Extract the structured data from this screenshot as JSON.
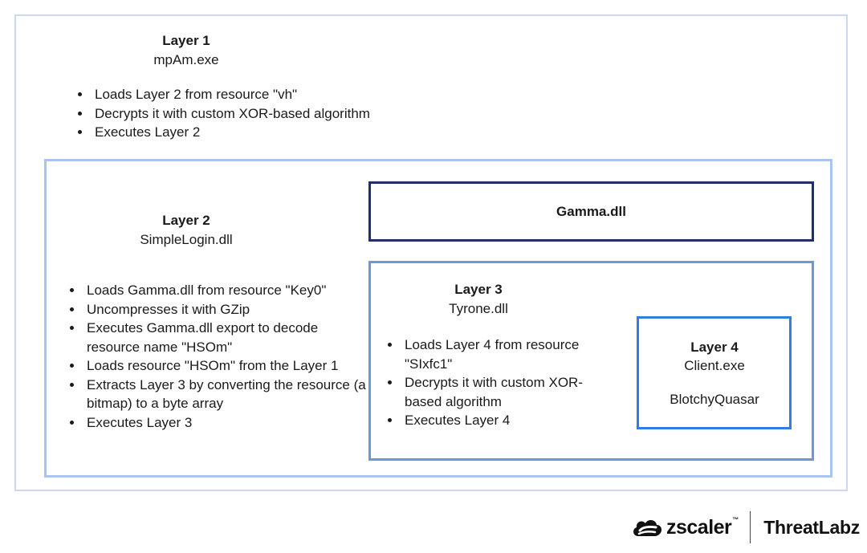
{
  "layer1": {
    "title": "Layer 1",
    "file": "mpAm.exe",
    "steps": [
      "Loads Layer 2 from resource \"vh\"",
      "Decrypts it with custom XOR-based algorithm",
      "Executes Layer 2"
    ]
  },
  "layer2": {
    "title": "Layer 2",
    "file": "SimpleLogin.dll",
    "steps": [
      "Loads Gamma.dll from resource \"Key0\"",
      "Uncompresses it with GZip",
      "Executes Gamma.dll export to decode resource name \"HSOm\"",
      "Loads resource \"HSOm\" from the Layer 1",
      "Extracts Layer 3 by converting the resource (a bitmap) to a byte array",
      "Executes Layer 3"
    ]
  },
  "gamma": {
    "label": "Gamma.dll"
  },
  "layer3": {
    "title": "Layer 3",
    "file": "Tyrone.dll",
    "steps": [
      "Loads Layer 4 from resource \"SIxfc1\"",
      "Decrypts it with custom XOR-based algorithm",
      "Executes Layer 4"
    ]
  },
  "layer4": {
    "title": "Layer 4",
    "file": "Client.exe",
    "name": "BlotchyQuasar"
  },
  "branding": {
    "zscaler": "zscaler",
    "trademark": "™",
    "threatlabz": "ThreatLabz"
  },
  "colors": {
    "layer1_border": "#c9d9f3",
    "layer2_border": "#a8c4f0",
    "gamma_border": "#1e2f6b",
    "layer3_border": "#6a98e0",
    "layer4_border": "#2e7ee6"
  }
}
